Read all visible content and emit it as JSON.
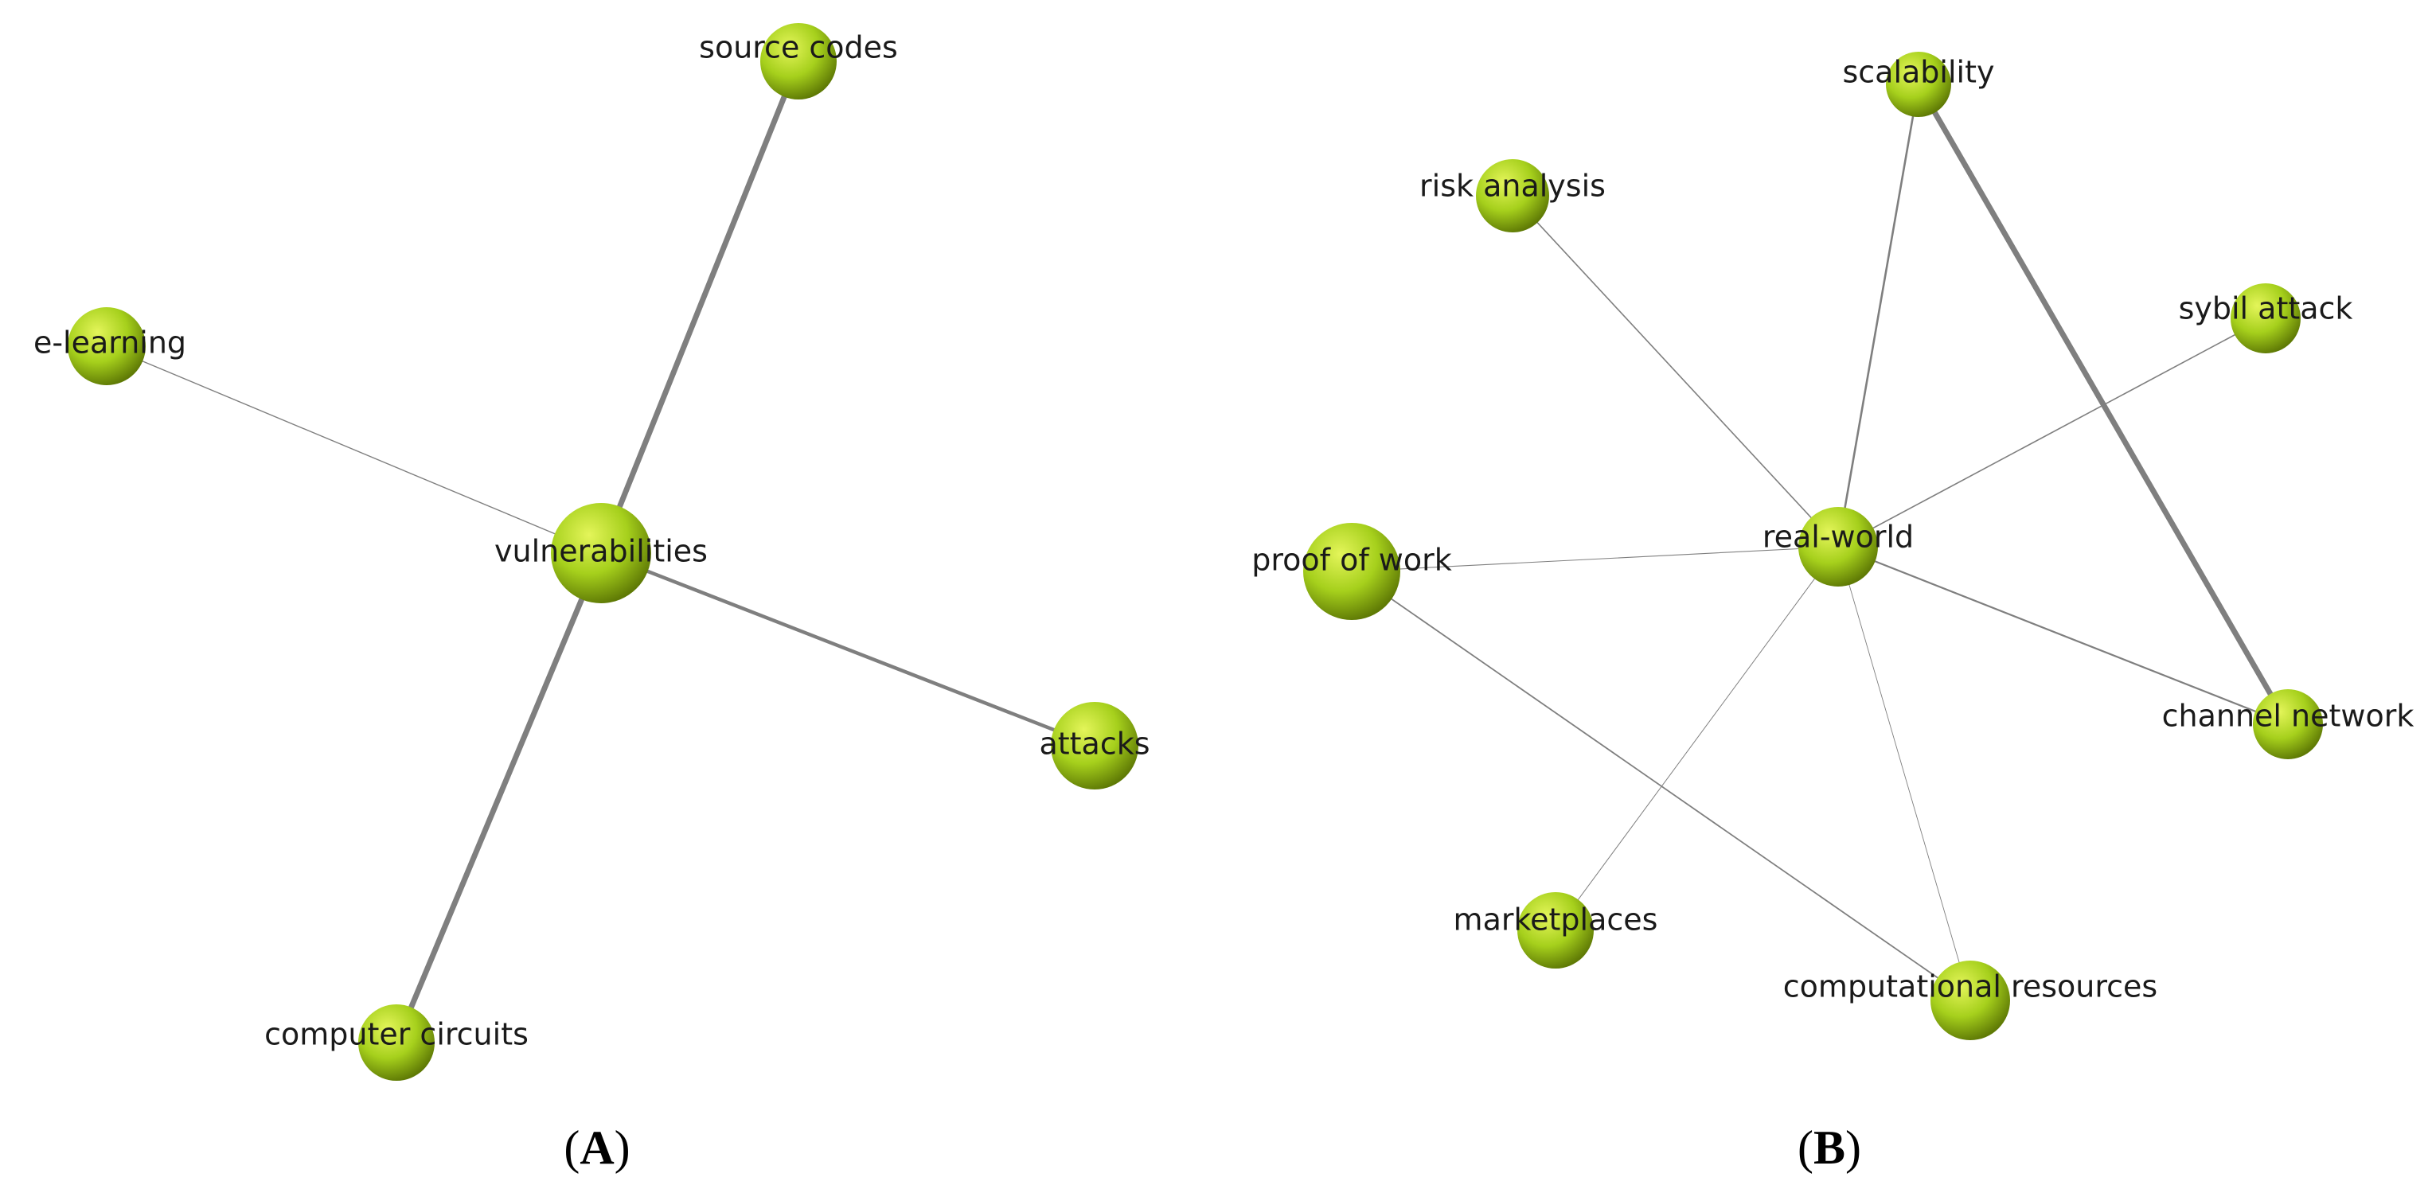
{
  "colors": {
    "node_fill": "#a6d01c",
    "node_highlight": "#e4f55a",
    "node_shadow": "#5f7a05",
    "edge": "#7f7f7f"
  },
  "panels": [
    {
      "label": "A",
      "nodes": [
        {
          "id": "vulnerabilities",
          "label": "vulnerabilities"
        },
        {
          "id": "source-codes",
          "label": "source codes"
        },
        {
          "id": "e-learning",
          "label": "e-learning"
        },
        {
          "id": "attacks",
          "label": "attacks"
        },
        {
          "id": "computer-circuits",
          "label": "computer circuits"
        }
      ],
      "edges": [
        {
          "source": "vulnerabilities",
          "target": "source-codes"
        },
        {
          "source": "vulnerabilities",
          "target": "e-learning"
        },
        {
          "source": "vulnerabilities",
          "target": "attacks"
        },
        {
          "source": "vulnerabilities",
          "target": "computer-circuits"
        }
      ]
    },
    {
      "label": "B",
      "nodes": [
        {
          "id": "real-world",
          "label": "real-world"
        },
        {
          "id": "scalability",
          "label": "scalability"
        },
        {
          "id": "risk-analysis",
          "label": "risk analysis"
        },
        {
          "id": "sybil-attack",
          "label": "sybil attack"
        },
        {
          "id": "proof-of-work",
          "label": "proof of work"
        },
        {
          "id": "channel-network",
          "label": "channel network"
        },
        {
          "id": "marketplaces",
          "label": "marketplaces"
        },
        {
          "id": "computational-resources",
          "label": "computational resources"
        }
      ],
      "edges": [
        {
          "source": "real-world",
          "target": "scalability"
        },
        {
          "source": "real-world",
          "target": "risk-analysis"
        },
        {
          "source": "real-world",
          "target": "sybil-attack"
        },
        {
          "source": "real-world",
          "target": "proof-of-work"
        },
        {
          "source": "real-world",
          "target": "channel-network"
        },
        {
          "source": "real-world",
          "target": "marketplaces"
        },
        {
          "source": "real-world",
          "target": "computational-resources"
        },
        {
          "source": "scalability",
          "target": "channel-network"
        },
        {
          "source": "proof-of-work",
          "target": "computational-resources"
        }
      ]
    }
  ]
}
